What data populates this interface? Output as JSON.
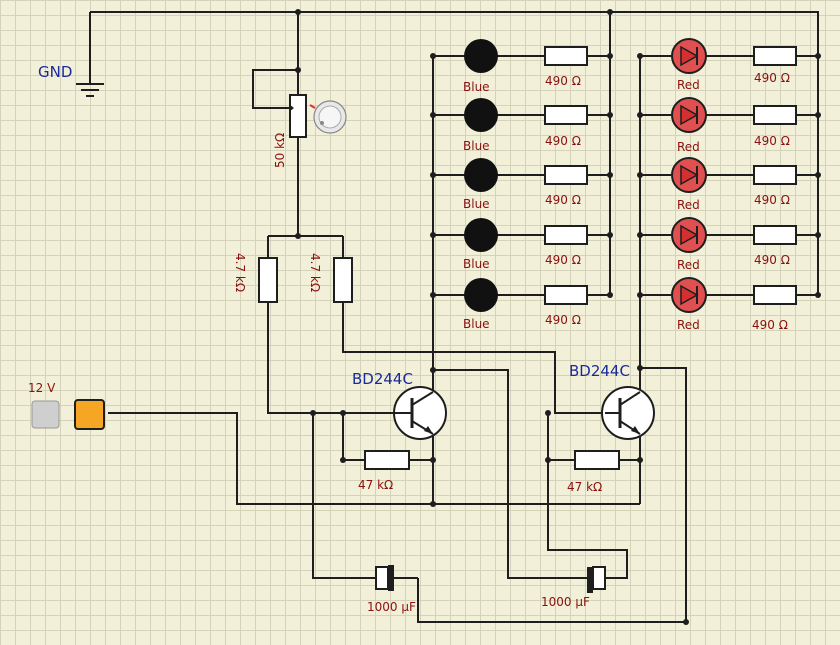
{
  "labels": {
    "gnd": "GND",
    "pot": "50 kΩ",
    "res47_left": "4.7 kΩ",
    "res47_right": "4.7 kΩ",
    "supply": "12 V",
    "transistor_left": "BD244C",
    "transistor_right": "BD244C",
    "res_base_left": "47 kΩ",
    "res_base_right": "47 kΩ",
    "cap_left": "1000 µF",
    "cap_right": "1000 µF"
  },
  "blue_leds": [
    "Blue",
    "Blue",
    "Blue",
    "Blue",
    "Blue"
  ],
  "blue_resistors": [
    "490 Ω",
    "490 Ω",
    "490 Ω",
    "490 Ω",
    "490 Ω"
  ],
  "red_leds": [
    "Red",
    "Red",
    "Red",
    "Red",
    "Red"
  ],
  "red_resistors": [
    "490 Ω",
    "490 Ω",
    "490 Ω",
    "490 Ω",
    "490 Ω"
  ],
  "colors": {
    "wire": "#1e1e1e",
    "label": "#8a1010",
    "title_label": "#1a2a9a",
    "red_led": "#e05050",
    "supply_on": "#f5a623",
    "supply_off": "#cfcfcf"
  }
}
